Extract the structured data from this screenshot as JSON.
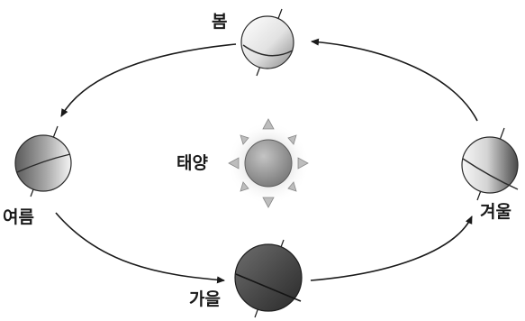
{
  "diagram": {
    "sun": {
      "label": "태양"
    },
    "seasons": {
      "spring": "봄",
      "summer": "여름",
      "autumn": "가을",
      "winter": "겨울"
    },
    "colors": {
      "orbit": "#1a1a1a",
      "sun_body": "#9a9a9a",
      "sun_rays": "#b8b8b8",
      "earth_light": "#f2f2f2",
      "earth_dark": "#3a3a3a"
    }
  }
}
